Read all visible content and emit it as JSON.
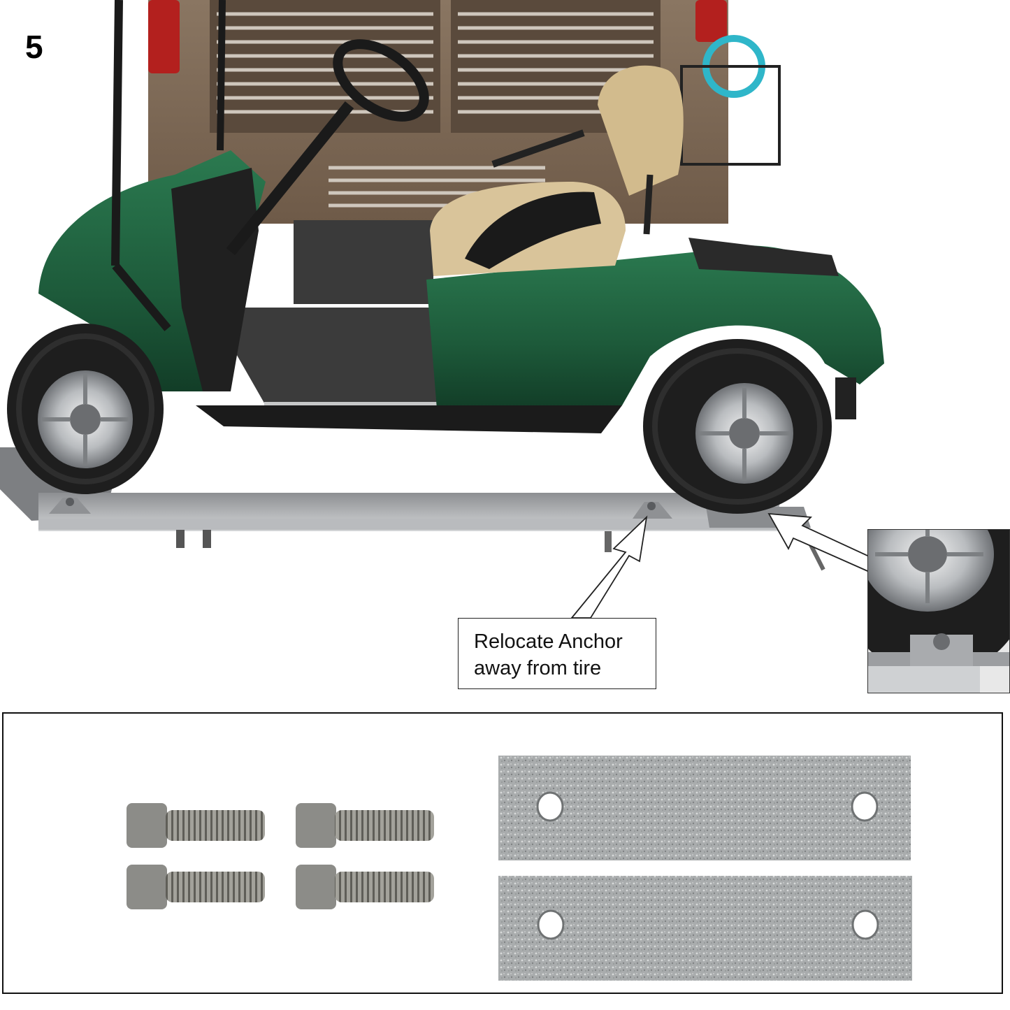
{
  "step": {
    "number": "5"
  },
  "callout": {
    "line1": "Relocate Anchor",
    "line2": "away from tire"
  },
  "parts": {
    "bolt_count": 4,
    "plate_count": 2
  },
  "icons": {
    "main_photo": "golf-cart-photo",
    "inset_photo": "tire-anchor-closeup-photo"
  },
  "colors": {
    "cart_body": "#1d5a3a",
    "seat": "#d9c49a",
    "platform": "#c9cbce",
    "plate": "#a9acad",
    "bolt": "#8c8c88"
  }
}
